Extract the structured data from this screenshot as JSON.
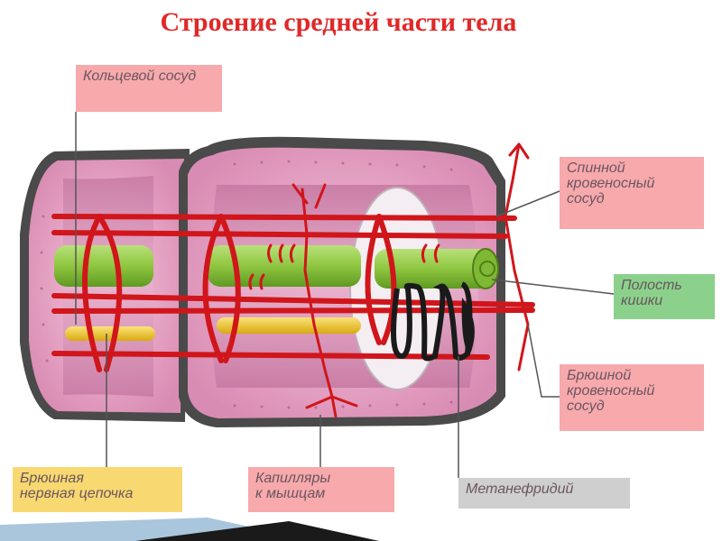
{
  "title": "Строение средней части тела",
  "labels": {
    "ring_vessel": "Кольцевой сосуд",
    "dorsal_vessel": "Спинной\nкровеносный\nсосуд",
    "gut_cavity": "Полость\nкишки",
    "ventral_vessel": "Брюшной\nкровеносный\nсосуд",
    "nerve_chain": "Брюшная\nнервная цепочка",
    "capillaries": "Капилляры\nк мышцам",
    "metanephridium": "Метанефридий"
  },
  "colors": {
    "title": "#e02828",
    "vessel": "#d0161b",
    "gut": "#8fc640",
    "nerve": "#f2c919",
    "body_wall": "#e9a6c4",
    "cuticle": "#4a4a4a",
    "label_pink": "#f7a9ac",
    "label_green": "#8bd18b",
    "label_yellow": "#f8d870",
    "label_gray": "#cfcfcf"
  }
}
